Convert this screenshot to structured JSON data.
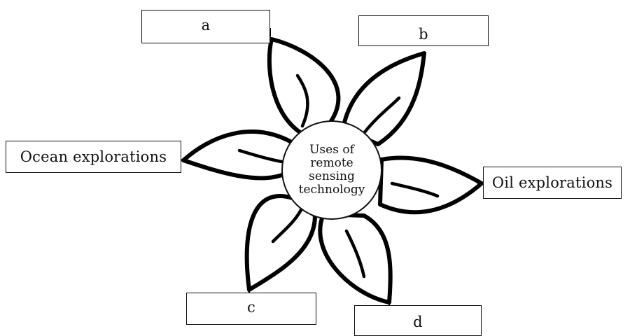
{
  "diagram": {
    "center_label_lines": [
      "Uses of",
      "remote",
      "sensing",
      "technology"
    ],
    "labels": {
      "a": "a",
      "b": "b",
      "c": "c",
      "d": "d",
      "ocean": "Ocean explorations",
      "oil": "Oil explorations"
    }
  }
}
